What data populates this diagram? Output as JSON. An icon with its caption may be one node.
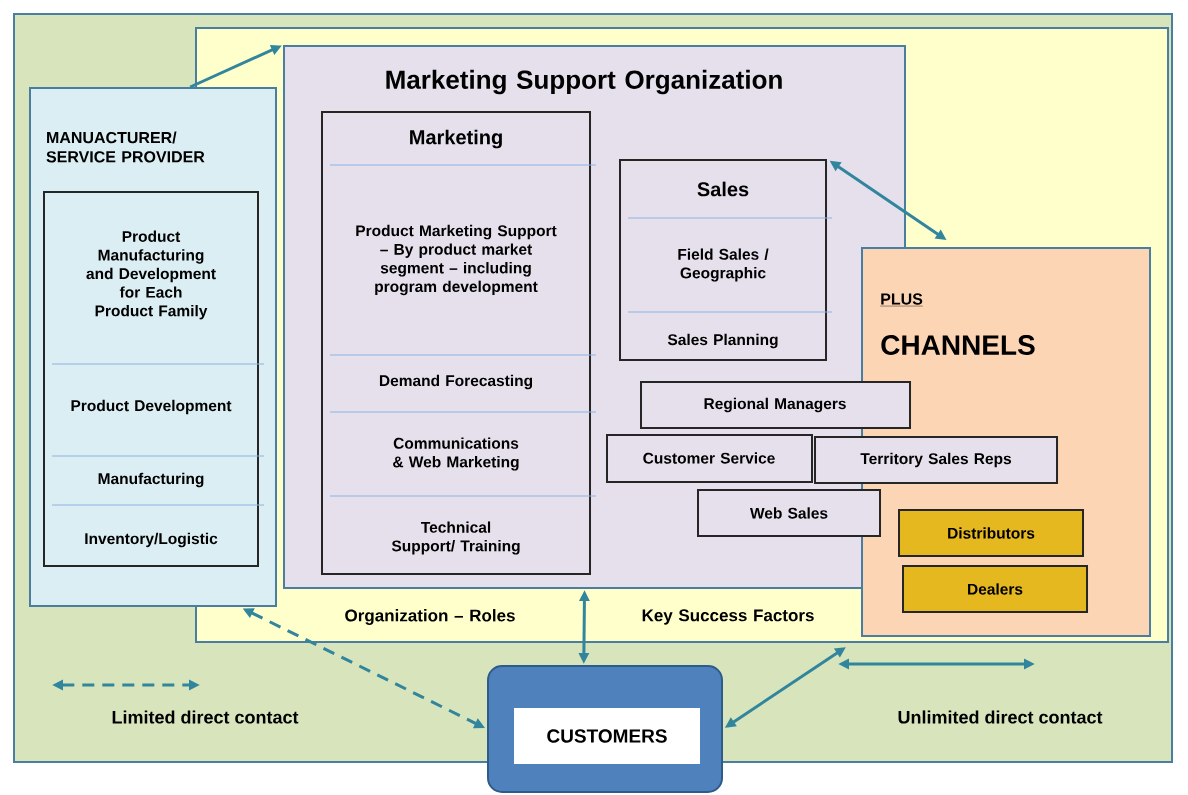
{
  "diagram": {
    "nodes": [
      {
        "text": [
          "Organization – Roles",
          "Key Success Factors"
        ]
      },
      {
        "text": [
          "MANUACTURER/ SERVICE PROVIDER"
        ]
      },
      {
        "text": [
          "Product Manufacturing and Development for Each Product Family",
          "Product Development",
          "Manufacturing",
          "Inventory/Logistic"
        ],
        "in": 1
      },
      {
        "text": [
          "Marketing Support Organization"
        ],
        "in": 0
      },
      {
        "text": [
          "Marketing",
          "Product Marketing Support – By product market segment – including program development",
          "Demand Forecasting",
          "Communications & Web Marketing",
          "Technical Support/ Training"
        ],
        "in": 3
      },
      {
        "text": [
          "Sales",
          "Field Sales / Geographic",
          "Sales Planning"
        ],
        "in": 3
      },
      {
        "text": [
          "Regional Managers"
        ],
        "in": 3
      },
      {
        "text": [
          "Customer Service"
        ],
        "in": 3
      },
      {
        "text": [
          "Territory Sales Reps"
        ],
        "in": 0
      },
      {
        "text": [
          "Web Sales"
        ],
        "in": 3
      },
      {
        "text": [
          "PLUS",
          "CHANNELS"
        ],
        "in": 0
      },
      {
        "text": [
          "Distributors"
        ],
        "in": 10
      },
      {
        "text": [
          "Dealers"
        ],
        "in": 10
      },
      {
        "text": [
          "CUSTOMERS"
        ]
      }
    ],
    "edges": [
      {
        "from": 1,
        "to": 3,
        "arrow": "to"
      },
      {
        "from": 5,
        "to": 10,
        "arrow": "both"
      },
      {
        "from": 3,
        "to": 13,
        "arrow": "both"
      },
      {
        "from": 1,
        "to": 13,
        "arrow": "both",
        "style": "dashed"
      },
      {
        "from": 13,
        "to": 10,
        "arrow": "both"
      }
    ],
    "legend": [
      {
        "text": "Limited direct contact"
      },
      {
        "text": "Unlimited direct contact"
      }
    ]
  }
}
